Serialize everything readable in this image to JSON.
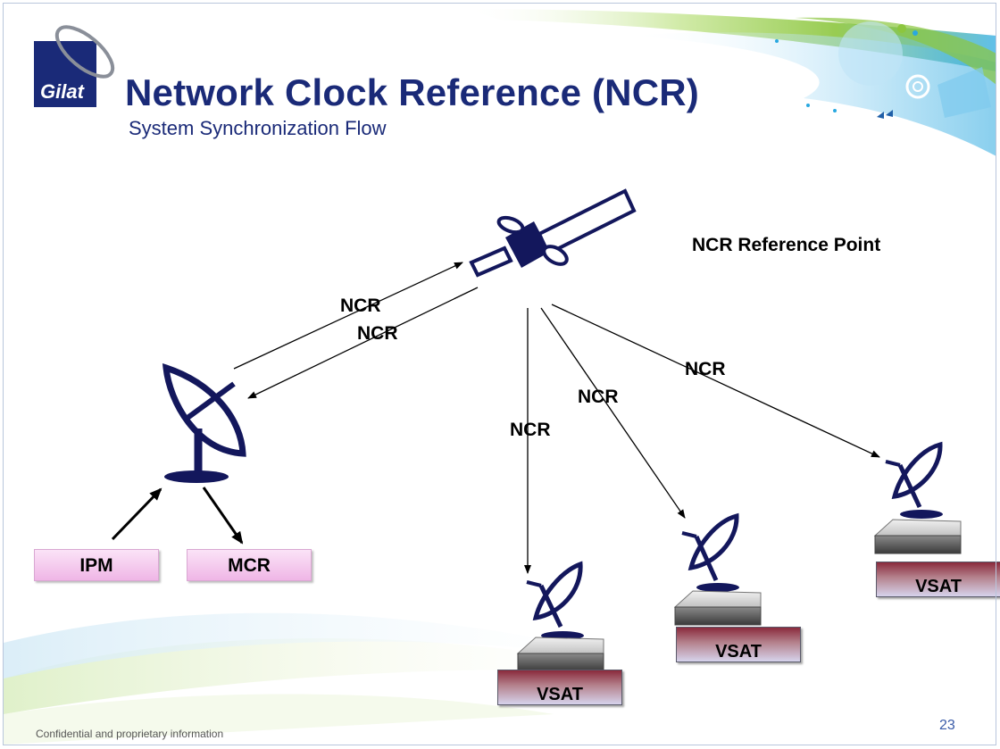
{
  "logo": {
    "brand": "Gilat"
  },
  "header": {
    "title": "Network Clock Reference (NCR)",
    "subtitle": "System Synchronization Flow"
  },
  "diagram": {
    "reference_point_label": "NCR Reference Point",
    "links": {
      "uplink_label": "NCR",
      "downlink_hub_label": "NCR",
      "downlink_vsat1_label": "NCR",
      "downlink_vsat2_label": "NCR",
      "downlink_vsat3_label": "NCR"
    },
    "hub_boxes": {
      "ipm": "IPM",
      "mcr": "MCR"
    },
    "terminals": {
      "vsat1": "VSAT",
      "vsat2": "VSAT",
      "vsat3": "VSAT"
    }
  },
  "footer": {
    "confidential": "Confidential and proprietary information",
    "page_number": "23"
  },
  "colors": {
    "title": "#1a2a78",
    "dish": "#13175c",
    "accent_green": "#8cc63f",
    "accent_blue": "#29a8e0"
  }
}
